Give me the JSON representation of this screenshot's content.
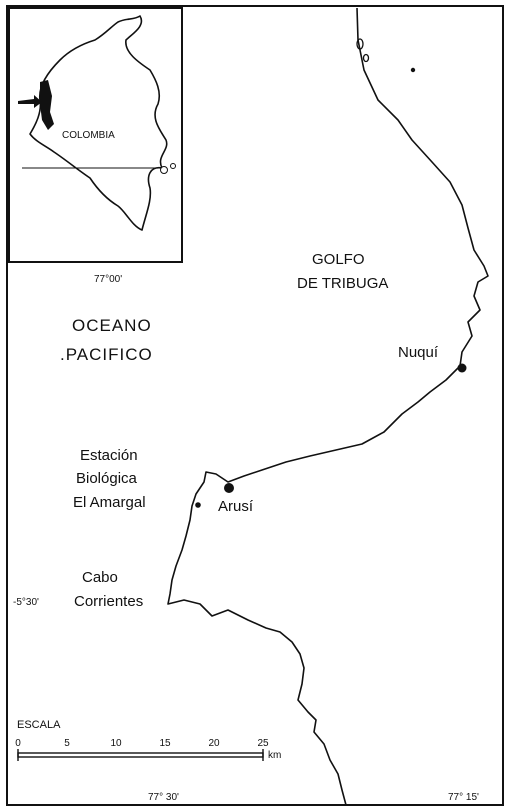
{
  "inset": {
    "country_label": "COLOMBIA"
  },
  "labels": {
    "gulf_line1": "GOLFO",
    "gulf_line2": "DE TRIBUGA",
    "ocean_line1": "OCEANO",
    "ocean_line2": ".PACIFICO",
    "nuqui": "Nuquí",
    "station_line1": "Estación",
    "station_line2": "Biológica",
    "station_line3": "El Amargal",
    "arusi": "Arusí",
    "cape_line1": "Cabo",
    "cape_line2": "Corrientes"
  },
  "coordinates": {
    "lon_top": "77°00'",
    "lat_left": "-5°30'",
    "lon_bottom_left": "77° 30'",
    "lon_bottom_right": "77° 15'"
  },
  "scale_bar": {
    "title": "ESCALA",
    "ticks": [
      "0",
      "5",
      "10",
      "15",
      "20",
      "25"
    ],
    "unit": "km"
  }
}
